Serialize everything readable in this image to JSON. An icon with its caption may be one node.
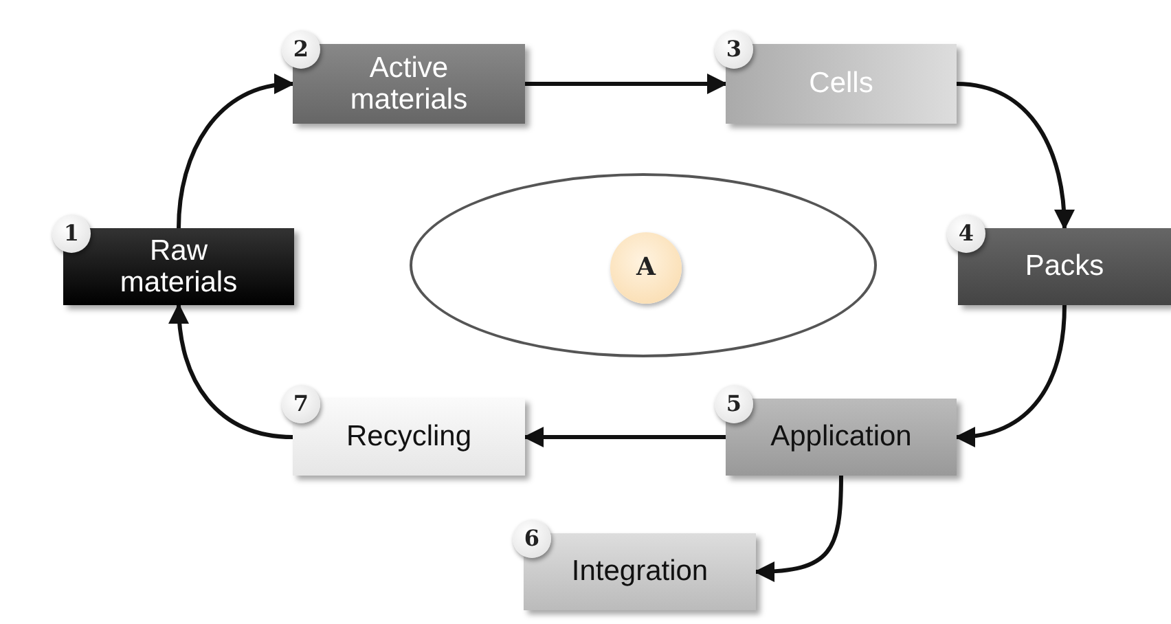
{
  "diagram": {
    "nodes": [
      {
        "text": [
          "1",
          "Raw materials"
        ]
      },
      {
        "text": [
          "2",
          "Active materials"
        ]
      },
      {
        "text": [
          "3",
          "Cells"
        ]
      },
      {
        "text": [
          "4",
          "Packs"
        ]
      },
      {
        "text": [
          "5",
          "Application"
        ]
      },
      {
        "text": [
          "6",
          "Integration"
        ]
      },
      {
        "text": [
          "7",
          "Recycling"
        ]
      },
      {
        "text": [],
        "shape": "ellipse"
      },
      {
        "text": [
          "A"
        ],
        "in": 7
      }
    ],
    "edges": [
      {
        "from": 0,
        "to": 1,
        "arrow": "to"
      },
      {
        "from": 1,
        "to": 2,
        "arrow": "to"
      },
      {
        "from": 2,
        "to": 3,
        "arrow": "to"
      },
      {
        "from": 3,
        "to": 4,
        "arrow": "to"
      },
      {
        "from": 4,
        "to": 6,
        "arrow": "to"
      },
      {
        "from": 4,
        "to": 5,
        "arrow": "to"
      },
      {
        "from": 6,
        "to": 0,
        "arrow": "to"
      }
    ]
  }
}
